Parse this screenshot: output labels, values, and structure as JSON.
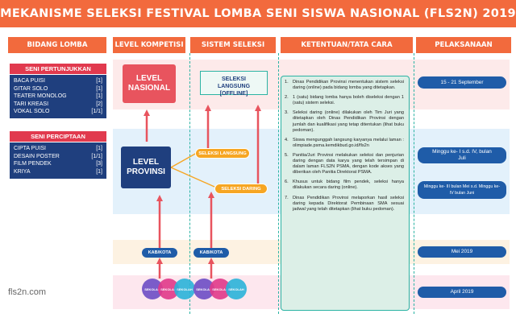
{
  "title": "MEKANISME SELEKSI FESTIVAL LOMBA SENI SISWA NASIONAL (FLS2N) 2019",
  "columns": [
    "BIDANG LOMBA",
    "LEVEL KOMPETISI",
    "SISTEM SELEKSI",
    "KETENTUAN/TATA CARA",
    "PELAKSANAAN"
  ],
  "categories": [
    {
      "heading": "SENI PERTUNJUKKAN",
      "items": [
        {
          "name": "BACA PUISI",
          "count": "[1]"
        },
        {
          "name": "GITAR SOLO",
          "count": "[1]"
        },
        {
          "name": "TEATER MONOLOG",
          "count": "[1]"
        },
        {
          "name": "TARI KREASI",
          "count": "[2]"
        },
        {
          "name": "VOKAL SOLO",
          "count": "[1/1]"
        }
      ]
    },
    {
      "heading": "SENI PERCIPTAAN",
      "items": [
        {
          "name": "CIPTA PUISI",
          "count": "[1]"
        },
        {
          "name": "DESAIN POSTER",
          "count": "[1/1]"
        },
        {
          "name": "FILM PENDEK",
          "count": "[3]"
        },
        {
          "name": "KRIYA",
          "count": "[1]"
        }
      ]
    }
  ],
  "levels": {
    "nasional": "LEVEL NASIONAL",
    "provinsi": "LEVEL PROVINSI"
  },
  "selection": {
    "langsung_offline": "SELEKSI LANGSUNG [OFFLINE]",
    "langsung": "SELEKSI LANGSUNG",
    "daring": "SELEKSI DARING",
    "kab_kota": "KAB/KOTA",
    "sekolah": "SEKOLAH"
  },
  "ketentuan": [
    {
      "num": "1.",
      "text": "Dinas Pendidikan Provinsi menentukan sistem seleksi daring (online) pada bidang lomba yang ditetapkan."
    },
    {
      "num": "2.",
      "text": "1 (satu) bidang lomba hanya boleh diseleksi dengan 1 (satu) sistem seleksi."
    },
    {
      "num": "3.",
      "text": "Seleksi daring (online) dilakukan oleh Tim Juri yang ditetapkan oleh Dinas Pendidikan Provinsi dengan jumlah dan kualifikasi yang tetap ditentukan (lihat buku pedoman)."
    },
    {
      "num": "4.",
      "text": "Siswa mengunggah langsung karyanya melalui laman : olimpiade.psma.kemdikbud.go.id/fls2n"
    },
    {
      "num": "5.",
      "text": "Panitia/Juri Provinsi melakukan seleksi dan penjurian daring dengan data karya yang telah tersimpan di dalam laman FLS2N PSMA, dengan kode akses yang diberikan oleh Panitia Direktorat PSMA."
    },
    {
      "num": "6.",
      "text": "Khusus untuk bidang film pendek, seleksi hanya dilakukan secara daring (online)."
    },
    {
      "num": "7.",
      "text": "Dinas Pendidikan Provinsi melaporkan hasil seleksi daring kepada Direktorat Pembinaan SMA sesuai jadwal yang telah ditetapkan (lihat buku pedoman)."
    }
  ],
  "pelaksanaan": {
    "nasional": "15 - 21 September",
    "provinsi_langsung": "Minggu ke- I s.d. IV, bulan Juli",
    "provinsi_daring": "Minggu ke- III bulan Mei s.d. Minggu ke- IV bulan Juni",
    "kabkota": "Mei 2019",
    "sekolah": "April 2019"
  },
  "watermark": "fls2n.com",
  "colors": {
    "orange": "#f26a3d",
    "red": "#e13a4e",
    "navy": "#1f3f7e",
    "blue": "#1f5ca8",
    "teal": "#2bb3a3",
    "amber": "#f6a623"
  }
}
